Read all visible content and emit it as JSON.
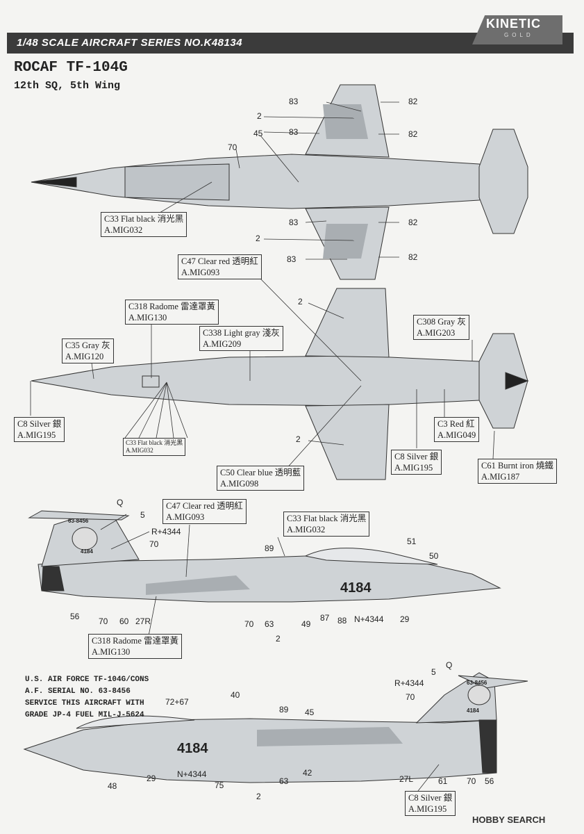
{
  "header": {
    "series_text": "1/48 SCALE AIRCRAFT SERIES NO.K48134"
  },
  "logo": {
    "main": "KINETIC",
    "sub": "GOLD"
  },
  "title": "ROCAF TF-104G",
  "subtitle": "12th SQ, 5th Wing",
  "top_view": {
    "labels": [
      {
        "name": "C33 Flat black 消光黑",
        "code": "A.MIG032"
      }
    ],
    "numbers": [
      "83",
      "82",
      "2",
      "83",
      "82",
      "45",
      "70",
      "83",
      "82",
      "2",
      "83",
      "82"
    ]
  },
  "bottom_view": {
    "labels": [
      {
        "name": "C47 Clear red 透明紅",
        "code": "A.MIG093"
      },
      {
        "name": "C318 Radome 雷達罩黃",
        "code": "A.MIG130"
      },
      {
        "name": "C338 Light gray 淺灰",
        "code": "A.MIG209"
      },
      {
        "name": "C35 Gray 灰",
        "code": "A.MIG120"
      },
      {
        "name": "C308 Gray 灰",
        "code": "A.MIG203"
      },
      {
        "name": "C8 Silver 銀",
        "code": "A.MIG195"
      },
      {
        "name": "C33 Flat black 消光黑",
        "code": "A.MIG032"
      },
      {
        "name": "C3 Red 紅",
        "code": "A.MIG049"
      },
      {
        "name": "C8 Silver 銀",
        "code": "A.MIG195"
      },
      {
        "name": "C50 Clear blue 透明藍",
        "code": "A.MIG098"
      },
      {
        "name": "C61 Burnt iron 燒鐵",
        "code": "A.MIG187"
      }
    ],
    "numbers": [
      "2",
      "2"
    ]
  },
  "side_view_left": {
    "labels": [
      {
        "name": "C47 Clear red 透明紅",
        "code": "A.MIG093"
      },
      {
        "name": "C33 Flat black 消光黑",
        "code": "A.MIG032"
      },
      {
        "name": "C318 Radome 雷達罩黃",
        "code": "A.MIG130"
      }
    ],
    "tail_serial": "63-8456",
    "tail_code": "4184",
    "fuselage_code": "4184",
    "numbers": [
      "Q",
      "5",
      "R+4344",
      "70",
      "89",
      "51",
      "50",
      "56",
      "70",
      "60",
      "27R",
      "70",
      "63",
      "2",
      "49",
      "87",
      "88",
      "N+4344",
      "29"
    ]
  },
  "side_view_right": {
    "labels": [
      {
        "name": "C8 Silver 銀",
        "code": "A.MIG195"
      }
    ],
    "tail_serial": "63-8456",
    "tail_code": "4184",
    "fuselage_code": "4184",
    "numbers": [
      "5",
      "Q",
      "R+4344",
      "70",
      "72+67",
      "40",
      "89",
      "45",
      "N+4344",
      "29",
      "48",
      "75",
      "2",
      "63",
      "42",
      "27L",
      "61",
      "70",
      "56"
    ]
  },
  "stencil": {
    "lines": [
      "U.S. AIR FORCE TF-104G/CONS",
      "A.F. SERIAL NO. 63-8456",
      "SERVICE THIS AIRCRAFT WITH",
      "GRADE JP-4 FUEL MIL-J-5624"
    ]
  },
  "watermark": "HOBBY SEARCH"
}
